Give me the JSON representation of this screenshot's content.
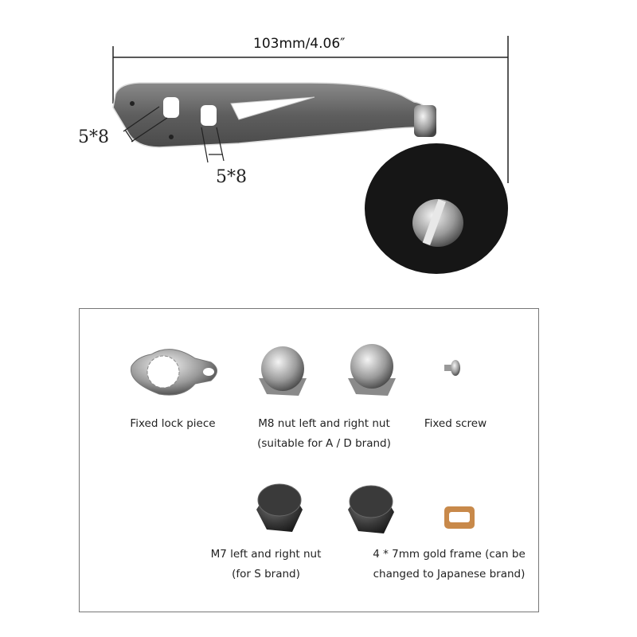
{
  "dimensions": {
    "overall_length": "103mm/4.06″",
    "hole_left": "5*8",
    "hole_right": "5*8"
  },
  "accessories": [
    {
      "name": "lock-piece",
      "lines": [
        "Fixed lock piece"
      ]
    },
    {
      "name": "m8-nuts",
      "lines": [
        "M8 nut left and right nut",
        "(suitable for A / D brand)"
      ]
    },
    {
      "name": "fixed-screw",
      "lines": [
        "Fixed screw"
      ]
    },
    {
      "name": "m7-nuts",
      "lines": [
        "M7 left and right nut",
        "(for S brand)"
      ]
    },
    {
      "name": "gold-frame",
      "lines": [
        "4 * 7mm gold frame (can be",
        "changed to Japanese brand)"
      ]
    }
  ],
  "colors": {
    "arm": "#6b6b6b",
    "knob": "#161616",
    "silver": "#c8c8c8",
    "gold": "#c8894a",
    "dark_nut": "#3a3a3a"
  }
}
